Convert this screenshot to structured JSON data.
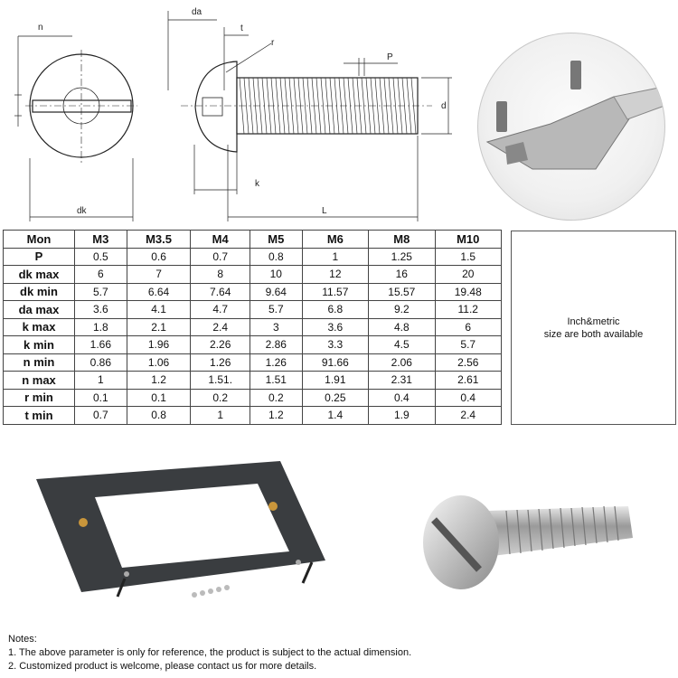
{
  "drawing": {
    "labels": {
      "n": "n",
      "da": "da",
      "t": "t",
      "r": "r",
      "p": "P",
      "d": "d",
      "k": "k",
      "dk": "dk",
      "l": "L"
    }
  },
  "table": {
    "header": [
      "Mon",
      "M3",
      "M3.5",
      "M4",
      "M5",
      "M6",
      "M8",
      "M10"
    ],
    "rows": [
      {
        "label": "P",
        "values": [
          "0.5",
          "0.6",
          "0.7",
          "0.8",
          "1",
          "1.25",
          "1.5"
        ]
      },
      {
        "label": "dk max",
        "values": [
          "6",
          "7",
          "8",
          "10",
          "12",
          "16",
          "20"
        ]
      },
      {
        "label": "dk min",
        "values": [
          "5.7",
          "6.64",
          "7.64",
          "9.64",
          "11.57",
          "15.57",
          "19.48"
        ]
      },
      {
        "label": "da max",
        "values": [
          "3.6",
          "4.1",
          "4.7",
          "5.7",
          "6.8",
          "9.2",
          "11.2"
        ]
      },
      {
        "label": "k max",
        "values": [
          "1.8",
          "2.1",
          "2.4",
          "3",
          "3.6",
          "4.8",
          "6"
        ]
      },
      {
        "label": "k min",
        "values": [
          "1.66",
          "1.96",
          "2.26",
          "2.86",
          "3.3",
          "4.5",
          "5.7"
        ]
      },
      {
        "label": "n min",
        "values": [
          "0.86",
          "1.06",
          "1.26",
          "1.26",
          "91.66",
          "2.06",
          "2.56"
        ]
      },
      {
        "label": "n max",
        "values": [
          "1",
          "1.2",
          "1.51.",
          "1.51",
          "1.91",
          "2.31",
          "2.61"
        ]
      },
      {
        "label": "r min",
        "values": [
          "0.1",
          "0.1",
          "0.2",
          "0.2",
          "0.25",
          "0.4",
          "0.4"
        ]
      },
      {
        "label": "t min",
        "values": [
          "0.7",
          "0.8",
          "1",
          "1.2",
          "1.4",
          "1.9",
          "2.4"
        ]
      }
    ]
  },
  "sidebox": {
    "line1": "Inch&metric",
    "line2": "size are both available"
  },
  "notes": {
    "title": "Notes:",
    "items": [
      "1. The above parameter is only for reference, the product is subject to the actual dimension.",
      "2. Customized product is welcome, please contact us for more details."
    ]
  }
}
